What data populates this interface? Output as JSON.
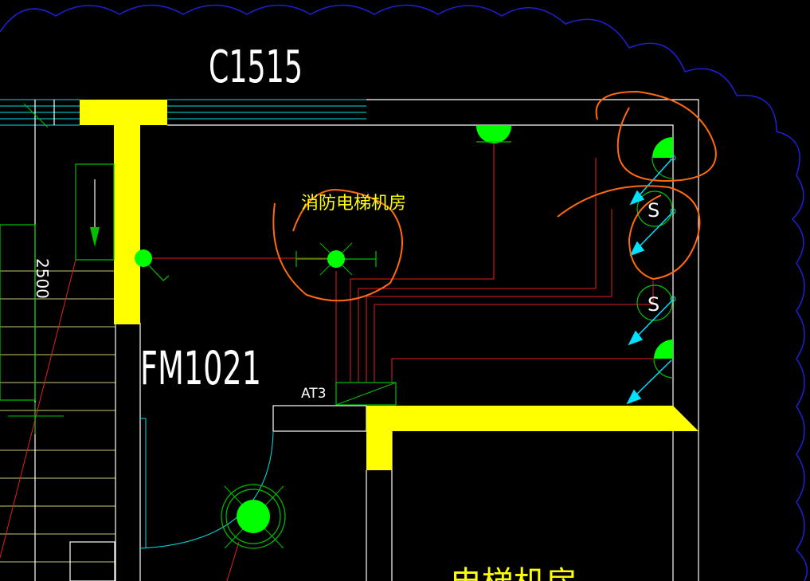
{
  "labels": {
    "window_tag": "C1515",
    "door_tag": "FM1021",
    "room_name": "消防电梯机房",
    "panel_tag": "AT3",
    "dim_text": "2500",
    "switch_symbol": "S",
    "bottom_partial": "电梯机房"
  },
  "colors": {
    "background": "#000000",
    "wall_fill": "#ffff00",
    "wall_line": "#ffffff",
    "wire": "#ff2020",
    "fixture": "#00ff00",
    "cyan": "#00ffff",
    "revision_cloud": "#1010ff",
    "markup": "#ff6a10"
  }
}
